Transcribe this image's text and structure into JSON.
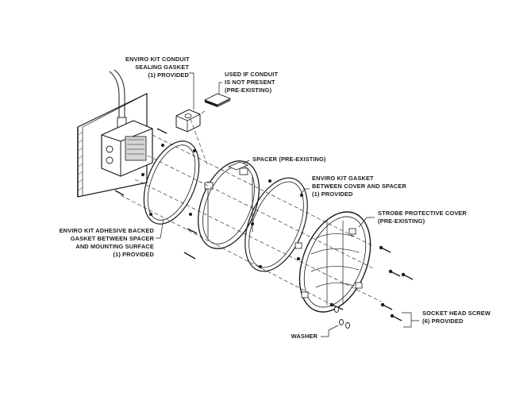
{
  "labels": {
    "conduit_gasket": [
      "ENVIRO KIT CONDUIT",
      "SEALING GASKET",
      "(1) PROVIDED"
    ],
    "used_if": [
      "USED IF CONDUIT",
      "IS NOT PRESENT",
      "(PRE-EXISTING)"
    ],
    "spacer": [
      "SPACER (PRE-EXISTING)"
    ],
    "cover_gasket": [
      "ENVIRO KIT GASKET",
      "BETWEEN COVER AND SPACER",
      "(1) PROVIDED"
    ],
    "protective_cover": [
      "STROBE PROTECTIVE COVER",
      "(PRE-EXISTING)"
    ],
    "adhesive_gasket": [
      "ENVIRO KIT ADHESIVE BACKED",
      "GASKET BETWEEN SPACER",
      "AND MOUNTING SURFACE",
      "(1) PROVIDED"
    ],
    "socket_screw": [
      "SOCKET HEAD SCREW",
      "(6) PROVIDED"
    ],
    "washer": [
      "WASHER"
    ]
  },
  "colors": {
    "line": "#1a1a1a",
    "background": "#ffffff"
  }
}
